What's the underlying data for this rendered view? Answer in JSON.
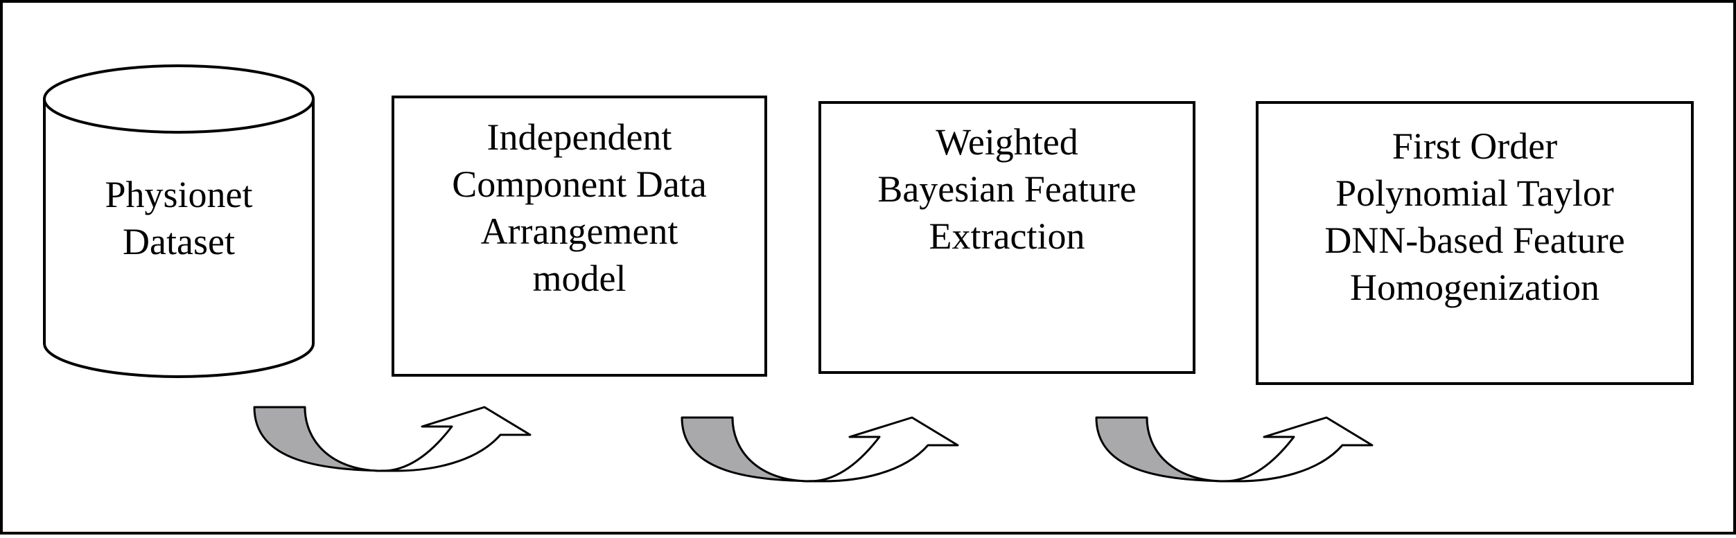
{
  "diagram": {
    "nodes": [
      {
        "id": "dataset",
        "shape": "cylinder",
        "label": "Physionet\nDataset"
      },
      {
        "id": "icdam",
        "shape": "box",
        "label": "Independent\nComponent Data\nArrangement\nmodel"
      },
      {
        "id": "wbfe",
        "shape": "box",
        "label": "Weighted\nBayesian Feature\nExtraction"
      },
      {
        "id": "fopt",
        "shape": "box",
        "label": "First Order\nPolynomial Taylor\nDNN-based Feature\nHomogenization"
      }
    ],
    "edges": [
      {
        "from": "dataset",
        "to": "icdam"
      },
      {
        "from": "icdam",
        "to": "wbfe"
      },
      {
        "from": "wbfe",
        "to": "fopt"
      }
    ],
    "colors": {
      "stroke": "#000000",
      "fill": "#ffffff",
      "arrow_tail": "#a9a9ac"
    }
  }
}
